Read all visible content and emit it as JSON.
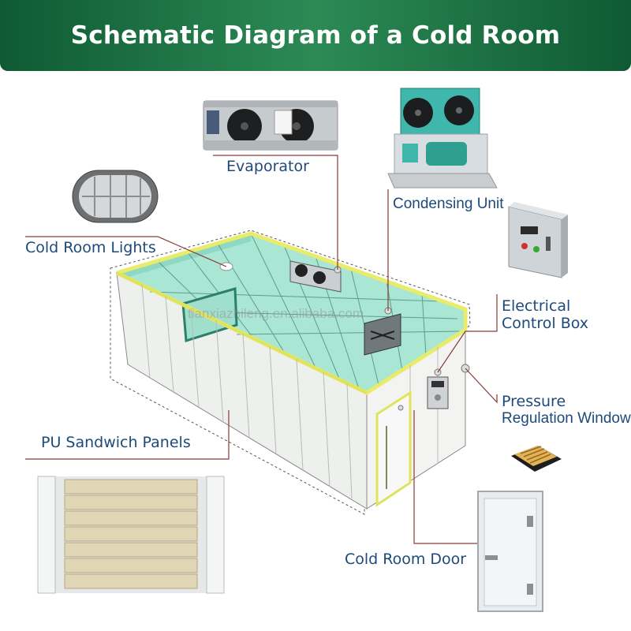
{
  "title": "Schematic Diagram of a Cold Room",
  "watermark": "tianxiazhileng.en.alibaba.com",
  "labels": {
    "evaporator": "Evaporator",
    "condensing_unit": "Condensing Unit",
    "lights": "Cold Room Lights",
    "control_line1": "Electrical",
    "control_line2": "Control Box",
    "pressure_line1": "Pressure",
    "pressure_line2": "Regulation Window",
    "panels": "PU Sandwich Panels",
    "door": "Cold Room Door"
  },
  "colors": {
    "header": "#1a6e40",
    "label_text": "#1d4a7a",
    "leader_line": "#8b3a3a",
    "interior": "#a9e6d4",
    "panel_frame": "#e8ec6a",
    "panel": "#eef0ee"
  }
}
